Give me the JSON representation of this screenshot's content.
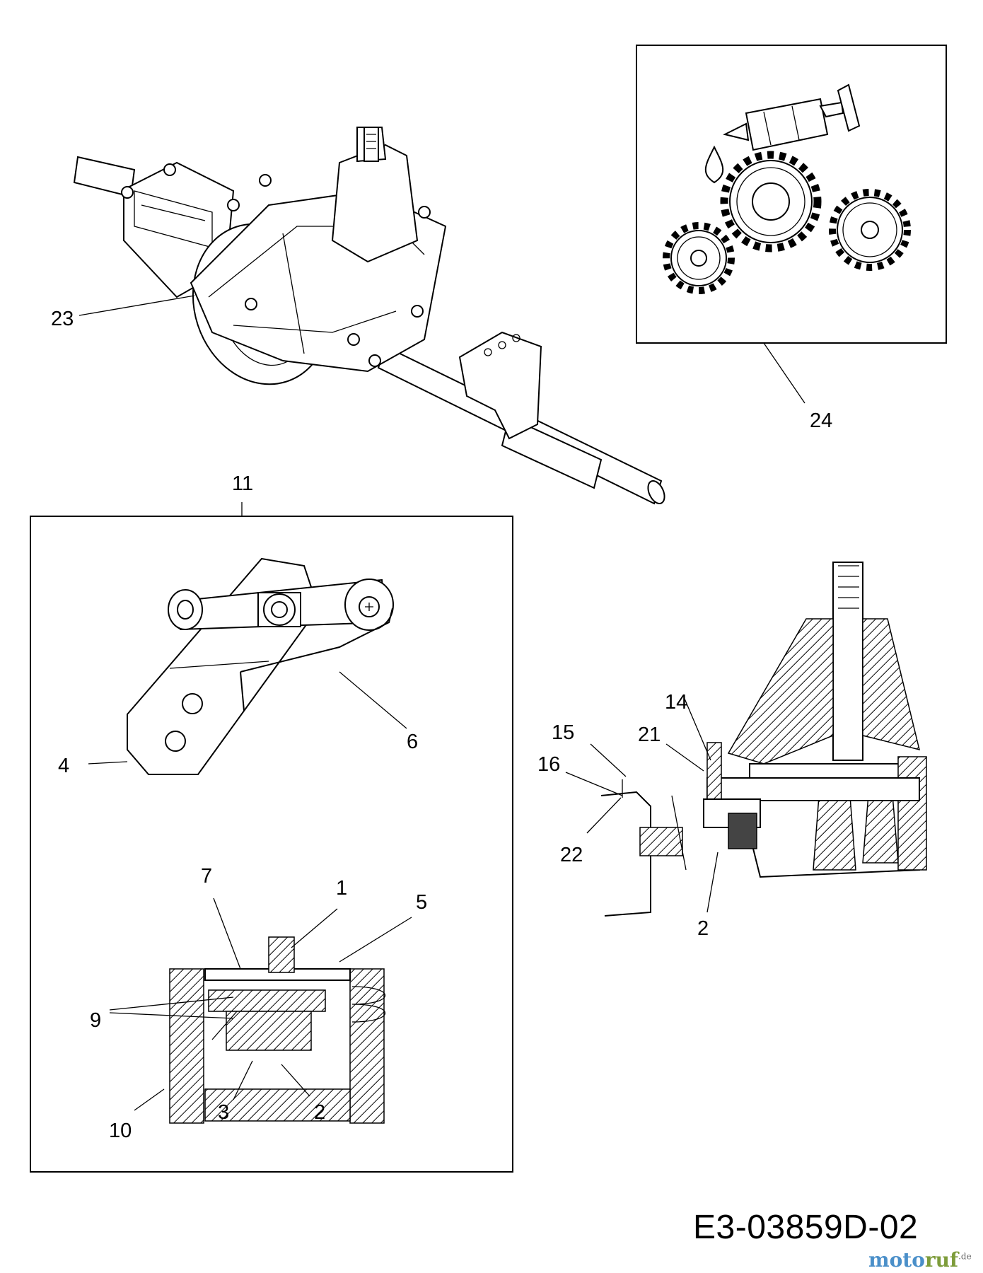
{
  "callouts": {
    "c1": "1",
    "c2a": "2",
    "c2b": "2",
    "c3": "3",
    "c4": "4",
    "c5": "5",
    "c6": "6",
    "c7": "7",
    "c9": "9",
    "c10": "10",
    "c11": "11",
    "c14": "14",
    "c15": "15",
    "c16": "16",
    "c21": "21",
    "c22": "22",
    "c23": "23",
    "c24": "24"
  },
  "footer": {
    "drawing_code": "E3-03859D-02",
    "brand_part1": "moto",
    "brand_part2": "ruf",
    "brand_suffix": ".de"
  }
}
